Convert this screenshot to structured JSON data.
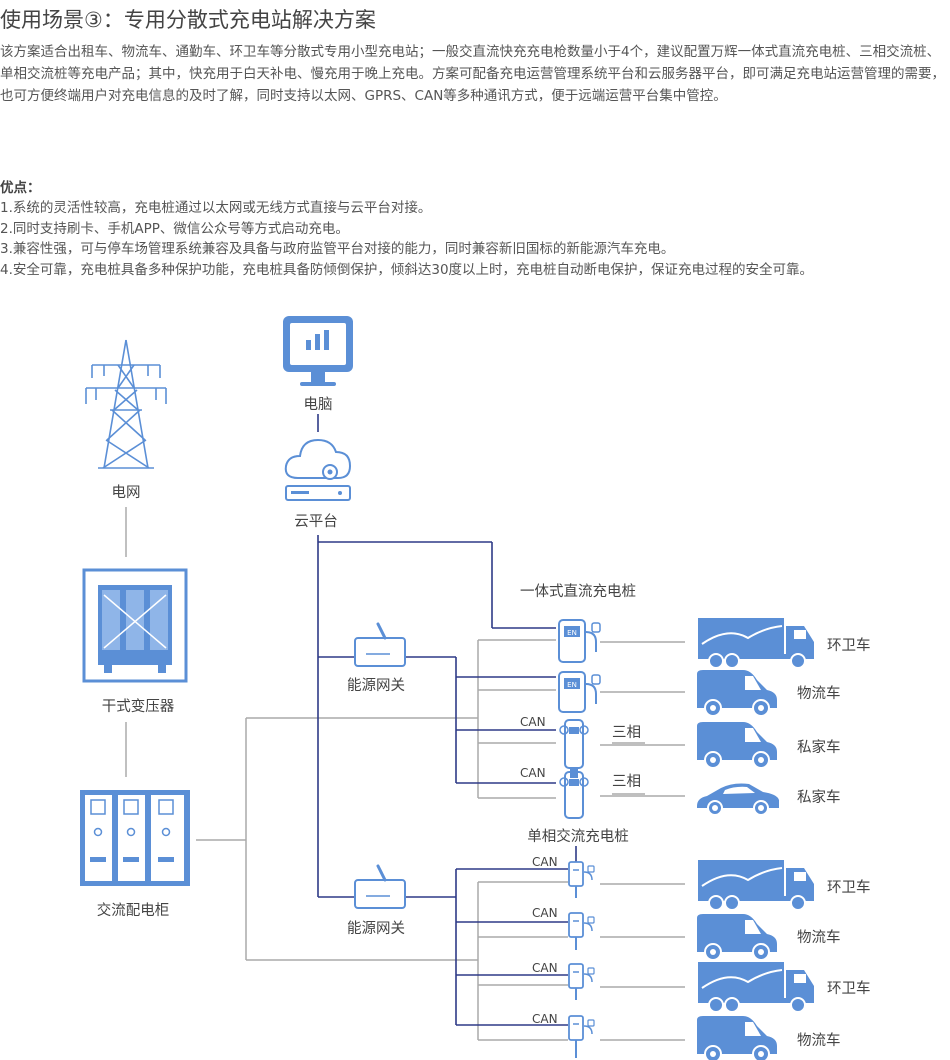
{
  "title": "使用场景③：专用分散式充电站解决方案",
  "intro": "该方案适合出租车、物流车、通勤车、环卫车等分散式专用小型充电站；一般交直流快充充电枪数量小于4个，建议配置万辉一体式直流充电桩、三相交流桩、单相交流桩等充电产品；其中，快充用于白天补电、慢充用于晚上充电。方案可配备充电运营管理系统平台和云服务器平台，即可满足充电站运营管理的需要，也可方便终端用户对充电信息的及时了解，同时支持以太网、GPRS、CAN等多种通讯方式，便于远端运营平台集中管控。",
  "advantages_title": "优点：",
  "advantages": [
    "1.系统的灵活性较高，充电桩通过以太网或无线方式直接与云平台对接。",
    "2.同时支持刷卡、手机APP、微信公众号等方式启动充电。",
    "3.兼容性强，可与停车场管理系统兼容及具备与政府监管平台对接的能力，同时兼容新旧国标的新能源汽车充电。",
    "4.安全可靠，充电桩具备多种保护功能，充电桩具备防倾倒保护，倾斜达30度以上时，充电桩自动断电保护，保证充电过程的安全可靠。"
  ],
  "diagram": {
    "grid": "电网",
    "transformer": "干式变压器",
    "cabinet": "交流配电柜",
    "computer": "电脑",
    "cloud": "云平台",
    "gateway1": "能源网关",
    "gateway2": "能源网关",
    "dc_title": "一体式直流充电桩",
    "single_title": "单相交流充电桩",
    "three_phase_1": "三相",
    "three_phase_2": "三相",
    "can": "CAN",
    "en_badge": "EN",
    "vehicles": [
      "环卫车",
      "物流车",
      "私家车",
      "私家车",
      "环卫车",
      "物流车",
      "环卫车",
      "物流车"
    ]
  },
  "colors": {
    "line_blue": "#2e3a87",
    "line_gray": "#aaaaaa",
    "icon_blue": "#5b8fd6",
    "icon_light": "#7aa7e3"
  }
}
